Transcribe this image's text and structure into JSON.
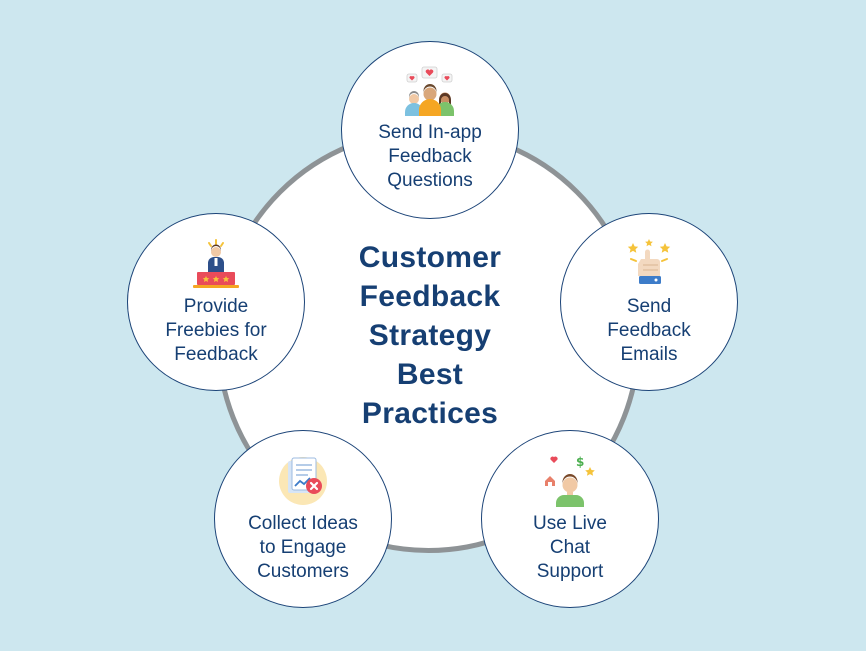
{
  "title": [
    "Customer",
    "Feedback",
    "Strategy",
    "Best",
    "Practices"
  ],
  "practices": [
    {
      "id": "in-app",
      "lines": [
        "Send In-app",
        "Feedback",
        "Questions"
      ],
      "icon": "people-hearts-icon"
    },
    {
      "id": "emails",
      "lines": [
        "Send",
        "Feedback",
        "Emails"
      ],
      "icon": "thumbs-up-stars-icon"
    },
    {
      "id": "live-chat",
      "lines": [
        "Use Live",
        "Chat",
        "Support"
      ],
      "icon": "person-chat-reactions-icon"
    },
    {
      "id": "collect-ideas",
      "lines": [
        "Collect Ideas",
        "to Engage",
        "Customers"
      ],
      "icon": "document-chart-icon"
    },
    {
      "id": "freebies",
      "lines": [
        "Provide",
        "Freebies for",
        "Feedback"
      ],
      "icon": "winner-podium-icon"
    }
  ],
  "colors": {
    "background": "#cde7ef",
    "title": "#163f73",
    "ring": "#8e9396",
    "node_border": "#1c4478"
  }
}
